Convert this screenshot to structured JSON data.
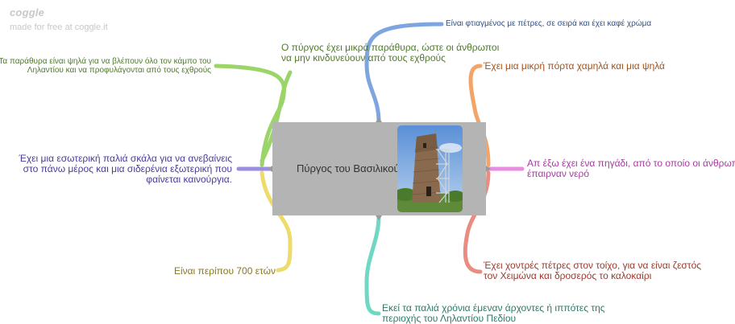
{
  "brand": {
    "logo": "coggle",
    "tagline": "made for free at coggle.it"
  },
  "central": {
    "title": "Πύργος του Βασιλικού",
    "image_icon": "stone-tower-photo",
    "fill": "#b4b4b4"
  },
  "branches": [
    {
      "id": "windows-small",
      "lines": [
        "Ο πύργος έχει μικρά παράθυρα, ώστε οι άνθρωποι",
        "να μην κινδυνεύουν από τους εχθρούς"
      ],
      "color": "#9bd468",
      "text_color": "#4f7a2a"
    },
    {
      "id": "windows-high",
      "lines": [
        "Τα παράθυρα είναι ψηλά για να βλέπουν όλο τον κάμπο του",
        "Ληλαντίου και να προφυλάγονται από τους εχθρούς"
      ],
      "color": "#9bd468",
      "text_color": "#4f7a2a"
    },
    {
      "id": "stones",
      "lines": [
        "Είναι φτιαγμένος με πέτρες, σε σειρά και έχει καφέ χρώμα"
      ],
      "color": "#7da5e0",
      "text_color": "#2e4f8a"
    },
    {
      "id": "door",
      "lines": [
        "Έχει μια μικρή πόρτα χαμηλά και μια ψηλά"
      ],
      "color": "#f2a56b",
      "text_color": "#a0521f"
    },
    {
      "id": "staircase",
      "lines": [
        "Έχει μια εσωτερική παλιά σκάλα για να ανεβαίνεις",
        "στο πάνω μέρος και μια σιδερένια εξωτερική που",
        "φαίνεται καινούργια."
      ],
      "color": "#9b8ee0",
      "text_color": "#4a3b9a"
    },
    {
      "id": "well",
      "lines": [
        "Απ έξω έχει ένα πηγάδι, από το οποίο οι άνθρωποι",
        "έπαιρναν νερό"
      ],
      "color": "#e88ee0",
      "text_color": "#a83aa0"
    },
    {
      "id": "age",
      "lines": [
        "Είναι περίπου 700 ετών"
      ],
      "color": "#eddc6a",
      "text_color": "#8a7620"
    },
    {
      "id": "walls",
      "lines": [
        "Έχει χοντρές πέτρες στον τοίχο, για να είναι ζεστός",
        "τον Χειμώνα και δροσερός το καλοκαίρι"
      ],
      "color": "#ea8c80",
      "text_color": "#9a3a2e"
    },
    {
      "id": "lords",
      "lines": [
        "Εκεί τα παλιά χρόνια έμεναν άρχοντες ή ιππότες της",
        "περιοχής του Ληλαντίου Πεδίου"
      ],
      "color": "#6ed8c4",
      "text_color": "#2a7a6a"
    }
  ]
}
